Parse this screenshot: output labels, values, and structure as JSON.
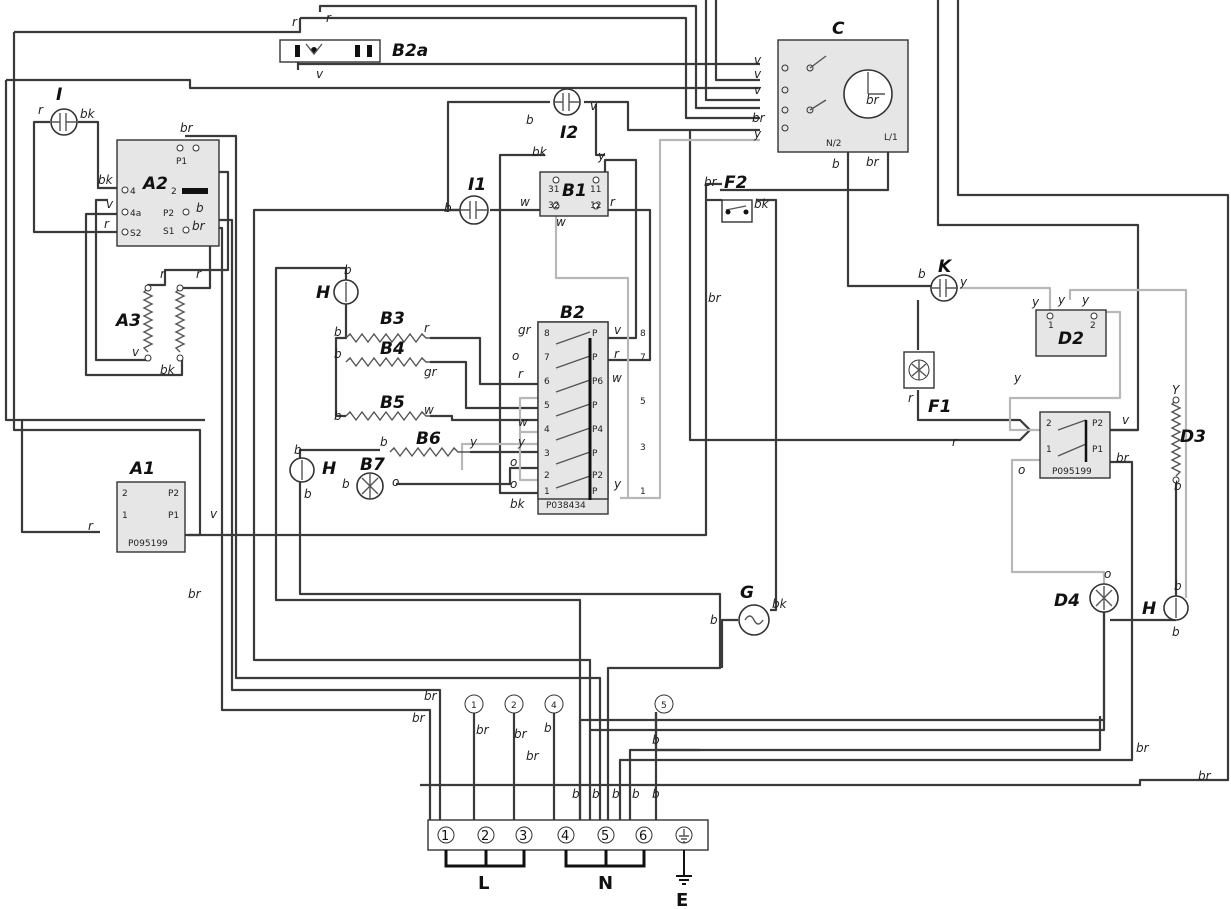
{
  "components": {
    "A1": "A1",
    "A2": "A2",
    "A3": "A3",
    "B1": "B1",
    "B2": "B2",
    "B2a": "B2a",
    "B3": "B3",
    "B4": "B4",
    "B5": "B5",
    "B6": "B6",
    "B7": "B7",
    "C": "C",
    "D2": "D2",
    "D3": "D3",
    "D4": "D4",
    "F1": "F1",
    "F2": "F2",
    "G": "G",
    "H": "H",
    "I": "I",
    "I1": "I1",
    "I2": "I2",
    "K": "K"
  },
  "part_numbers": {
    "a1": "P095199",
    "b2": "P038434",
    "d1": "P095199"
  },
  "terminal_block": {
    "terminals": [
      "1",
      "2",
      "3",
      "4",
      "5",
      "6"
    ],
    "line_label": "L",
    "neutral_label": "N",
    "earth_label": "E"
  },
  "circled_refs": [
    "1",
    "2",
    "4",
    "5"
  ],
  "wire_codes": {
    "r": "r",
    "v": "v",
    "b": "b",
    "bk": "bk",
    "br": "br",
    "y": "y",
    "w": "w",
    "gr": "gr",
    "o": "o",
    "Y": "Y"
  },
  "pin_labels": {
    "a2": [
      "P1",
      "2",
      "4",
      "4a",
      "P2",
      "S2",
      "S1"
    ],
    "b1": [
      "31",
      "11",
      "32",
      "12"
    ],
    "b2_left": [
      "8",
      "7",
      "6",
      "5",
      "4",
      "3",
      "2",
      "1"
    ],
    "b2_right": [
      "P",
      "P",
      "P6",
      "P",
      "P4",
      "P",
      "P2",
      "P"
    ],
    "b2_outer": [
      "8",
      "7",
      "5",
      "3",
      "1"
    ],
    "a1": [
      "2",
      "1",
      "P2",
      "P1"
    ],
    "d1": [
      "2",
      "1",
      "P2",
      "P1"
    ],
    "d2": [
      "1",
      "2"
    ],
    "c": [
      "N/2",
      "L/1"
    ]
  }
}
